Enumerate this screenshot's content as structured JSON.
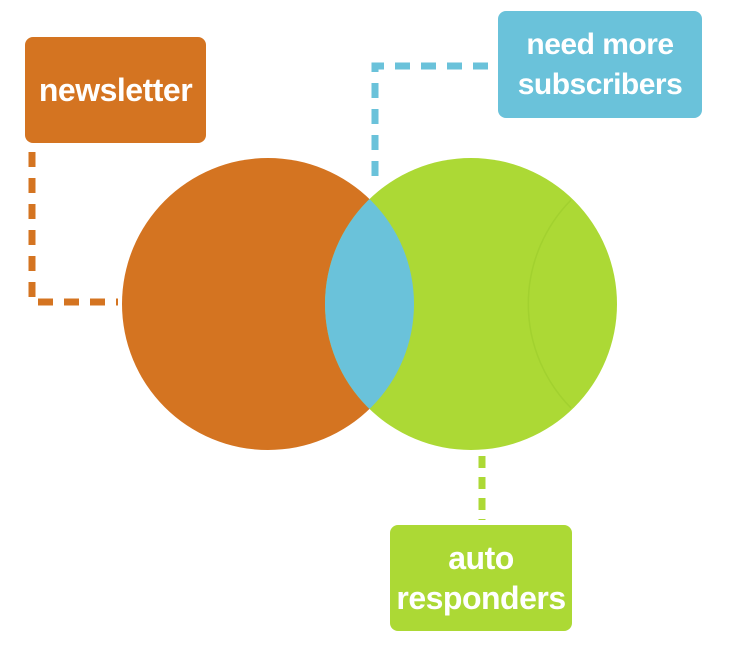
{
  "colors": {
    "orange": "#d47421",
    "blue": "#6ac2da",
    "green": "#acd935",
    "green_edge": "#a2d12f",
    "text": "#ffffff"
  },
  "labels": {
    "newsletter": [
      "newsletter"
    ],
    "subscribers": [
      "need more",
      "subscribers"
    ],
    "autoresponders": [
      "auto",
      "responders"
    ]
  }
}
